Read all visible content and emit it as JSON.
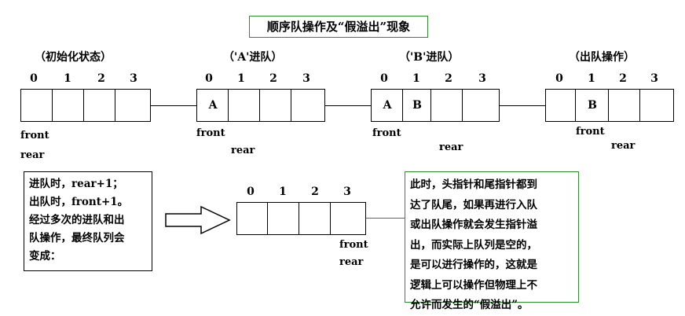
{
  "title": "顺序队操作及“假溢出”现象",
  "states": [
    {
      "heading": "（初始化状态）",
      "indices": [
        "0",
        "1",
        "2",
        "3"
      ],
      "cells": [
        "",
        "",
        "",
        ""
      ],
      "front_label": "front",
      "rear_label": "rear"
    },
    {
      "heading": "（'A'进队）",
      "indices": [
        "0",
        "1",
        "2",
        "3"
      ],
      "cells": [
        "A",
        "",
        "",
        ""
      ],
      "front_label": "front",
      "rear_label": "rear"
    },
    {
      "heading": "（'B'进队）",
      "indices": [
        "0",
        "1",
        "2",
        "3"
      ],
      "cells": [
        "A",
        "B",
        "",
        ""
      ],
      "front_label": "front",
      "rear_label": "rear"
    },
    {
      "heading": "（出队操作）",
      "indices": [
        "0",
        "1",
        "2",
        "3"
      ],
      "cells": [
        "",
        "B",
        "",
        ""
      ],
      "front_label": "front",
      "rear_label": "rear"
    }
  ],
  "final_state": {
    "indices": [
      "0",
      "1",
      "2",
      "3"
    ],
    "cells": [
      "",
      "",
      "",
      ""
    ],
    "front_label": "front",
    "rear_label": "rear"
  },
  "left_note": {
    "lines": [
      "进队时，rear+1；",
      "出队时，front+1。",
      "经过多次的进队和出",
      "队操作，最终队列会",
      "变成："
    ]
  },
  "right_note": {
    "lines": [
      "此时，头指针和尾指针都到",
      "达了队尾，如果再进行入队",
      "或出队操作就会发生指针溢",
      "出，而实际上队列是空的，",
      "是可以进行操作的，这就是",
      "逻辑上可以操作但物理上不",
      "允许而发生的“假溢出”。"
    ]
  },
  "colors": {
    "title_border": "#2e8b2e",
    "note_border": "#2e8b2e",
    "connector_green": "#2e8b2e"
  }
}
